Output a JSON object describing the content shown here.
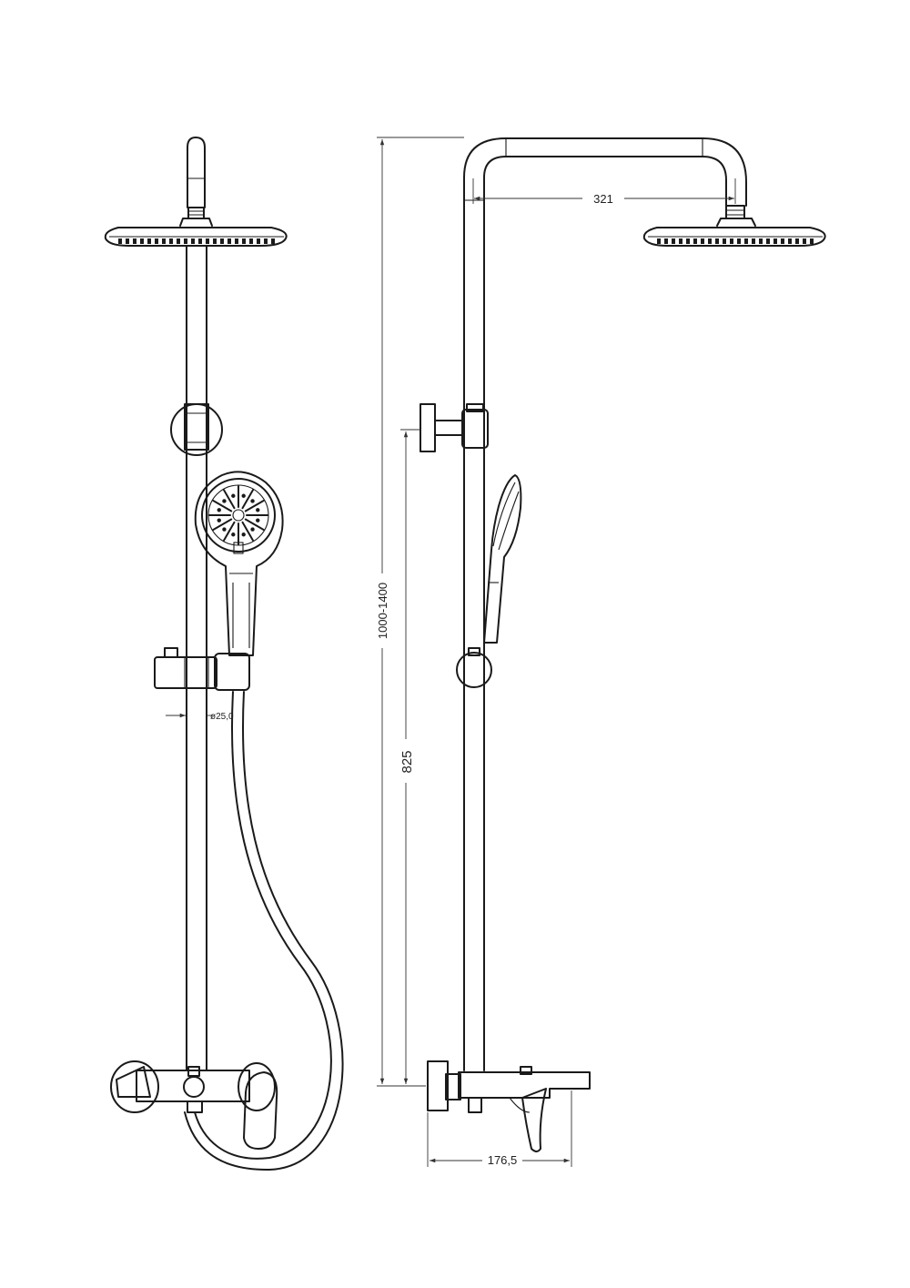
{
  "dimensions": {
    "arm_reach": "321",
    "total_height": "1000-1400",
    "slider_to_mixer": "825",
    "wall_projection": "176,5",
    "rail_diameter": "ø25,0"
  }
}
